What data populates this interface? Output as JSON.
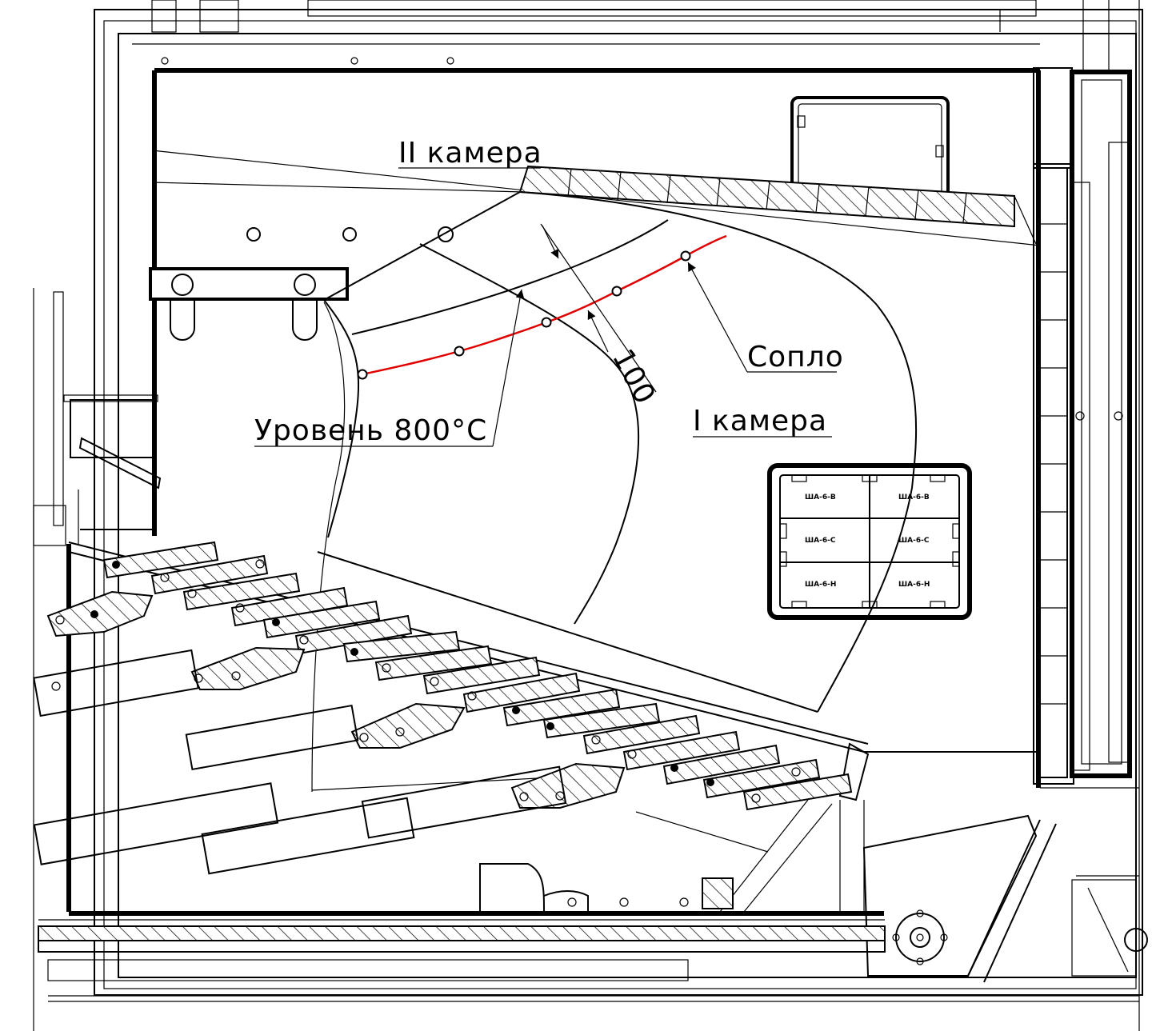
{
  "labels": {
    "chamber_2": "II камера",
    "chamber_1": "I камера",
    "nozzle": "Сопло",
    "level": "Уровень 800°C",
    "dimension": "100"
  },
  "panel_cells": [
    "ША-6-В",
    "ША-6-В",
    "ША-6-С",
    "ША-6-С",
    "ША-6-Н",
    "ША-6-Н"
  ],
  "colors": {
    "line": "#000000",
    "level_line": "#e00000",
    "background": "#ffffff"
  }
}
